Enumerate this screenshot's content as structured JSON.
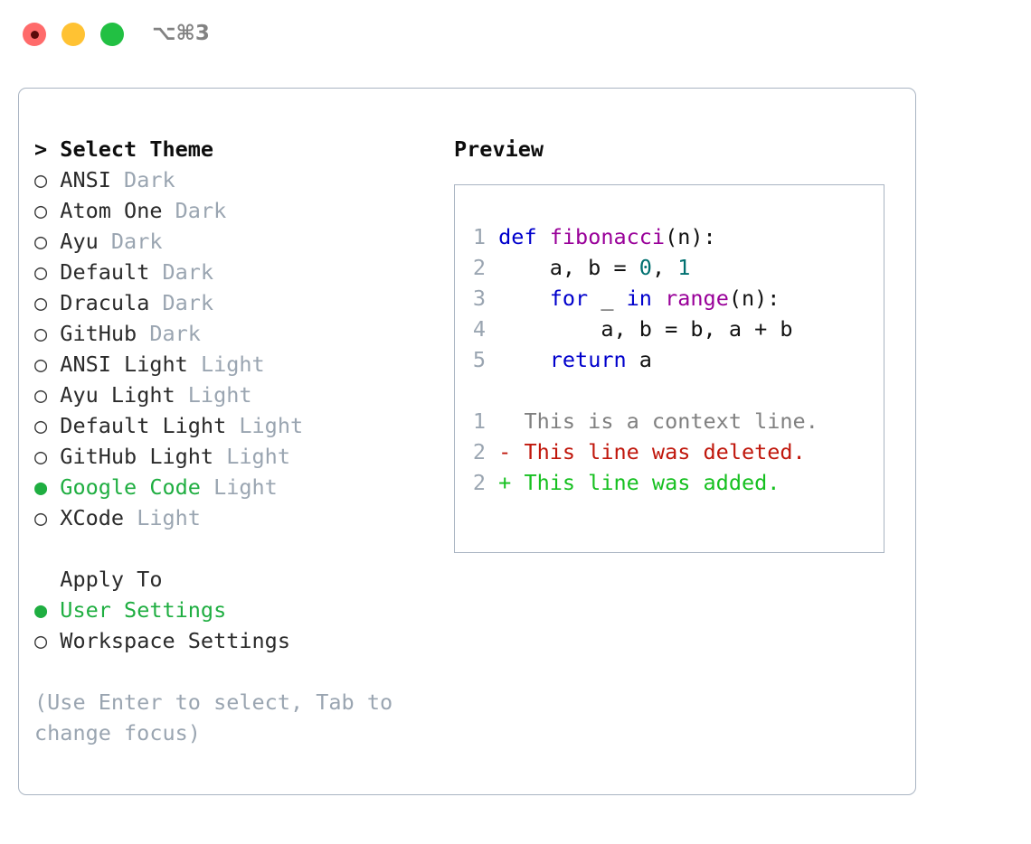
{
  "titlebar": {
    "shortcut": "⌥⌘3",
    "buttons": [
      {
        "name": "close",
        "color": "#FF6B6B"
      },
      {
        "name": "minimize",
        "color": "#FFC233"
      },
      {
        "name": "maximize",
        "color": "#22C043"
      }
    ]
  },
  "theme_section": {
    "header": "> Select Theme",
    "items": [
      {
        "marker": "○",
        "label": "ANSI",
        "kind": "Dark",
        "selected": false
      },
      {
        "marker": "○",
        "label": "Atom One",
        "kind": "Dark",
        "selected": false
      },
      {
        "marker": "○",
        "label": "Ayu",
        "kind": "Dark",
        "selected": false
      },
      {
        "marker": "○",
        "label": "Default",
        "kind": "Dark",
        "selected": false
      },
      {
        "marker": "○",
        "label": "Dracula",
        "kind": "Dark",
        "selected": false
      },
      {
        "marker": "○",
        "label": "GitHub",
        "kind": "Dark",
        "selected": false
      },
      {
        "marker": "○",
        "label": "ANSI Light",
        "kind": "Light",
        "selected": false
      },
      {
        "marker": "○",
        "label": "Ayu Light",
        "kind": "Light",
        "selected": false
      },
      {
        "marker": "○",
        "label": "Default Light",
        "kind": "Light",
        "selected": false
      },
      {
        "marker": "○",
        "label": "GitHub Light",
        "kind": "Light",
        "selected": false
      },
      {
        "marker": "●",
        "label": "Google Code",
        "kind": "Light",
        "selected": true
      },
      {
        "marker": "○",
        "label": "XCode",
        "kind": "Light",
        "selected": false
      }
    ]
  },
  "apply_section": {
    "header": "  Apply To",
    "items": [
      {
        "marker": "●",
        "label": "User Settings",
        "selected": true
      },
      {
        "marker": "○",
        "label": "Workspace Settings",
        "selected": false
      }
    ]
  },
  "hint": "(Use Enter to select, Tab to change focus)",
  "preview": {
    "title": "Preview",
    "code_lines": [
      {
        "no": "1",
        "tokens": [
          {
            "t": "def ",
            "c": "kw"
          },
          {
            "t": "fibonacci",
            "c": "fn"
          },
          {
            "t": "(n):",
            "c": "plain"
          }
        ]
      },
      {
        "no": "2",
        "tokens": [
          {
            "t": "    a, b = ",
            "c": "plain"
          },
          {
            "t": "0",
            "c": "num"
          },
          {
            "t": ", ",
            "c": "plain"
          },
          {
            "t": "1",
            "c": "num"
          }
        ]
      },
      {
        "no": "3",
        "tokens": [
          {
            "t": "    ",
            "c": "plain"
          },
          {
            "t": "for",
            "c": "kw"
          },
          {
            "t": " _ ",
            "c": "plain"
          },
          {
            "t": "in",
            "c": "kw"
          },
          {
            "t": " ",
            "c": "plain"
          },
          {
            "t": "range",
            "c": "fn"
          },
          {
            "t": "(n):",
            "c": "plain"
          }
        ]
      },
      {
        "no": "4",
        "tokens": [
          {
            "t": "        a, b = b, a + b",
            "c": "plain"
          }
        ]
      },
      {
        "no": "5",
        "tokens": [
          {
            "t": "    ",
            "c": "plain"
          },
          {
            "t": "return",
            "c": "kw"
          },
          {
            "t": " a",
            "c": "plain"
          }
        ]
      }
    ],
    "diff_lines": [
      {
        "no": "1",
        "tokens": [
          {
            "t": "  This is a context line.",
            "c": "ctx"
          }
        ]
      },
      {
        "no": "2",
        "tokens": [
          {
            "t": "- This line was deleted.",
            "c": "del"
          }
        ]
      },
      {
        "no": "2",
        "tokens": [
          {
            "t": "+ This line was added.",
            "c": "add"
          }
        ]
      }
    ]
  },
  "colors": {
    "accent_green": "#1FAE41",
    "dim": "#9AA5B1",
    "border": "#A9B4C2",
    "keyword": "#0000CC",
    "function": "#990099",
    "number": "#007070",
    "diff_delete": "#C0170C",
    "diff_add": "#16C020",
    "diff_context": "#808080"
  }
}
